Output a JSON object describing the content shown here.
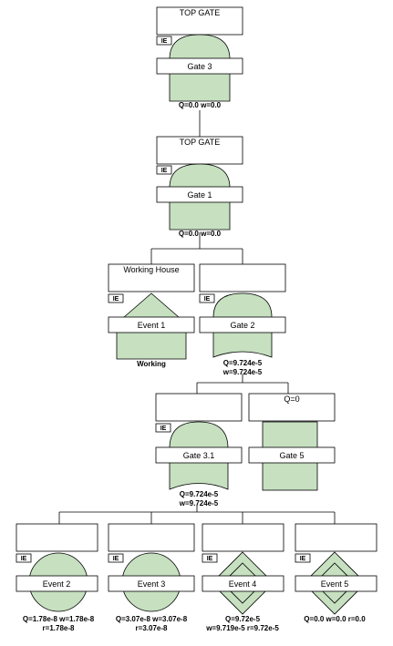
{
  "colors": {
    "fill": "#c6e0c0",
    "stroke": "#000000",
    "background": "#ffffff"
  },
  "ie_label": "IE",
  "nodes": {
    "top1": {
      "title": "TOP GATE",
      "name": "Gate 3",
      "q1": "Q=0.0 w=0.0",
      "q2": ""
    },
    "top2": {
      "title": "TOP GATE",
      "name": "Gate 1",
      "q1": "Q=0.0 w=0.0",
      "q2": ""
    },
    "wh": {
      "title": "Working House",
      "name": "Event 1",
      "q1": "Working",
      "q2": ""
    },
    "g2": {
      "title": "",
      "name": "Gate 2",
      "q1": "Q=9.724e-5",
      "q2": "w=9.724e-5"
    },
    "g31": {
      "title": "",
      "name": "Gate 3.1",
      "q1": "Q=9.724e-5",
      "q2": "w=9.724e-5"
    },
    "g5": {
      "title": "Q=0",
      "name": "Gate 5",
      "q1": "",
      "q2": ""
    },
    "e2": {
      "title": "",
      "name": "Event 2",
      "q1": "Q=1.78e-8 w=1.78e-8",
      "q2": "r=1.78e-8"
    },
    "e3": {
      "title": "",
      "name": "Event 3",
      "q1": "Q=3.07e-8 w=3.07e-8",
      "q2": "r=3.07e-8"
    },
    "e4": {
      "title": "",
      "name": "Event 4",
      "q1": "Q=9.72e-5",
      "q2": "w=9.719e-5 r=9.72e-5"
    },
    "e5": {
      "title": "",
      "name": "Event 5",
      "q1": "Q=0.0 w=0.0 r=0.0",
      "q2": ""
    }
  }
}
